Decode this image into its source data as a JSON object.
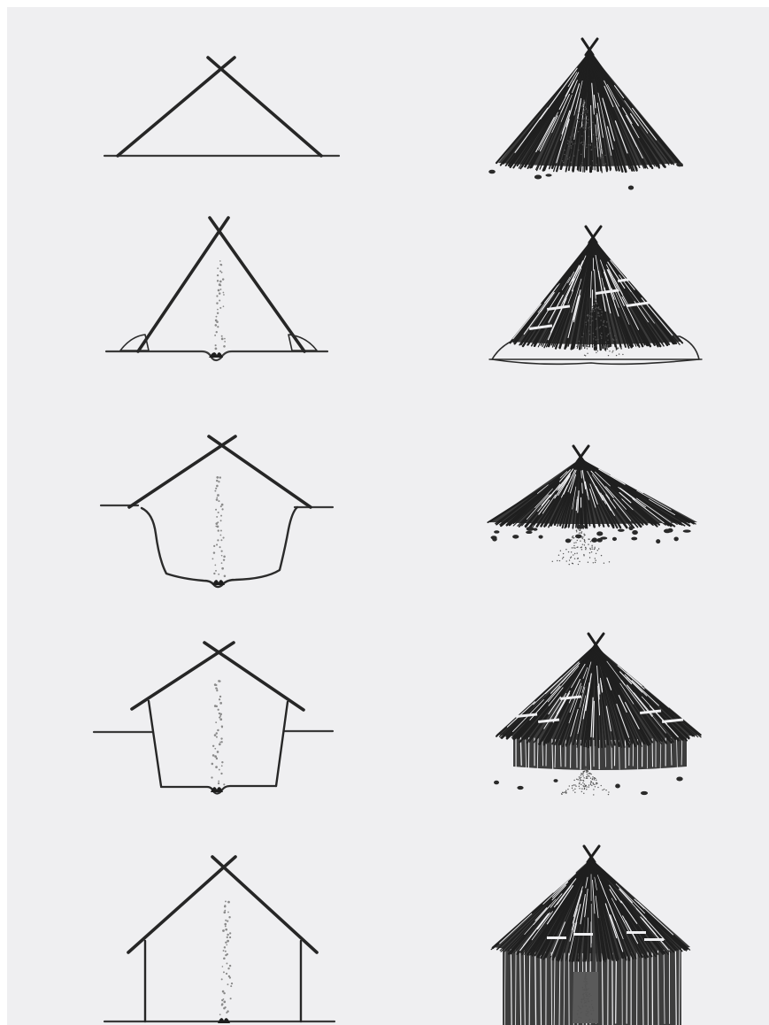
{
  "figure": {
    "background": "#efeff1",
    "ink": "#262626",
    "rows": [
      {
        "section": "a-frame-on-ground",
        "elevation": "conical-hut"
      },
      {
        "section": "a-frame-with-hearth-pit",
        "elevation": "conical-hut-with-earth-banking"
      },
      {
        "section": "pit-house-with-low-roof",
        "elevation": "low-mound-roof"
      },
      {
        "section": "sunken-walled-house",
        "elevation": "round-hut-with-walls"
      },
      {
        "section": "walled-house-on-ground",
        "elevation": "tall-round-hut"
      }
    ]
  }
}
